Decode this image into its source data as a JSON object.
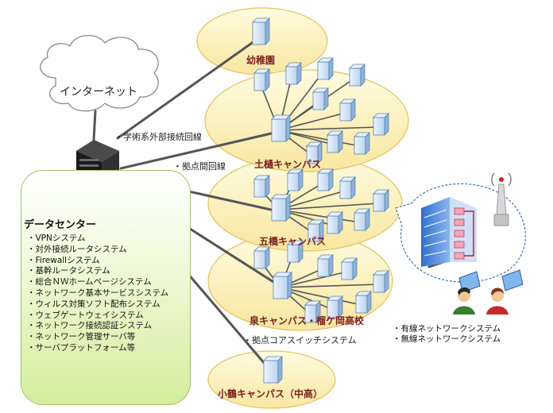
{
  "internet": {
    "label": "インターネット"
  },
  "data_center": {
    "title": "データセンター",
    "systems": [
      "VPNシステム",
      "対外接続ルータシステム",
      "Firewallシステム",
      "基幹ルータシステム",
      "総合ＮＷホームページシステム",
      "ネットワーク基本サービスシステム",
      "ウィルス対策ソフト配布システム",
      "ウェブゲートウェイシステム",
      "ネットワーク接続認証システム",
      "ネットワーク管理サーバ等",
      "サーバプラットフォーム等"
    ]
  },
  "links": {
    "academic": "・学術系外部接続回線",
    "inter_site": "・拠点間回線",
    "core_switch": "・拠点コアスイッチシステム"
  },
  "campuses": {
    "kindergarten": "幼稚園",
    "tsuchidoi": "土樋キャンパス",
    "itsutsubashi": "五橋キャンパス",
    "izumi": "泉キャンパス・榴ケ岡高校",
    "kotsuru": "小鶴キャンパス（中高）"
  },
  "network_systems": [
    "有線ネットワークシステム",
    "無線ネットワークシステム"
  ],
  "colors": {
    "campus_fill": "#fdf3c0",
    "campus_border": "#e3c163",
    "campus_label": "#7a1f1f",
    "panel_fill": "#d3ee9c",
    "switch_fill": "#cfe2f6",
    "link_line": "#555555"
  }
}
